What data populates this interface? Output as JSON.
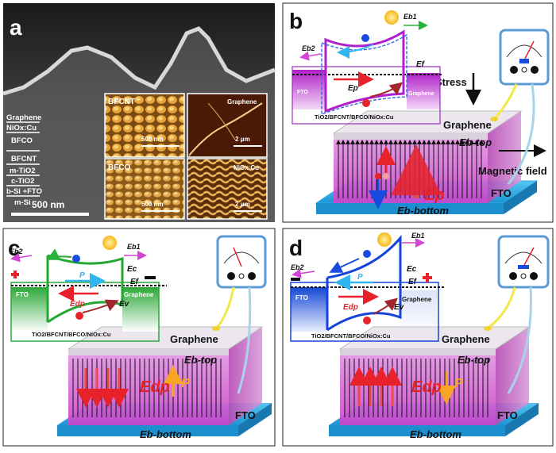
{
  "panels": {
    "a": {
      "letter": "a",
      "layers": [
        "Graphene",
        "NiOx:Cu",
        "BFCO",
        "BFCNT",
        "m-TiO2",
        "c-TiO2",
        "b-Si +FTO",
        "m-Si"
      ],
      "scale_bar": "500 nm",
      "insets": [
        {
          "title": "BFCNT",
          "scale": "500 nm"
        },
        {
          "title": "Graphene",
          "scale": "2 μm"
        },
        {
          "title": "BFCO",
          "scale": "500 nm"
        },
        {
          "title": "NiOx:Cu",
          "scale": "2 μm"
        }
      ]
    },
    "b": {
      "letter": "b",
      "eb1": "Eb1",
      "eb2": "Eb2",
      "ef": "Ef",
      "ep": "Ep",
      "fto": "FTO",
      "graphene_small": "Graphene",
      "stack": "TiO2/BFCNT/BFCO/NiOx:Cu",
      "stress": "Stress",
      "graphene": "Graphene",
      "eb_top": "Eb-top",
      "magnetic": "Magnetic field",
      "p_label": "Ep",
      "fto_bottom": "FTO",
      "eb_bottom": "Eb-bottom"
    },
    "c": {
      "letter": "c",
      "eb2": "Eb2",
      "eb1": "Eb1",
      "ec": "Ec",
      "ef": "Ef",
      "ev": "Ev",
      "p": "P",
      "edp": "Edp",
      "fto": "FTO",
      "graphene_small": "Graphene",
      "stack": "TiO2/BFCNT/BFCO/NiOx:Cu",
      "graphene": "Graphene",
      "eb_top": "Eb-top",
      "edp_big": "Edp",
      "p_big": "P",
      "fto_bottom": "FTO",
      "eb_bottom": "Eb-bottom"
    },
    "d": {
      "letter": "d",
      "eb2": "Eb2",
      "eb1": "Eb1",
      "ec": "Ec",
      "ef": "Ef",
      "ev": "Ev",
      "p": "P",
      "edp": "Edp",
      "fto": "FTO",
      "graphene_small": "Graphene",
      "stack": "TiO2/BFCNT/BFCO/NiOx:Cu",
      "graphene": "Graphene",
      "eb_top": "Eb-top",
      "edp_big": "Edp",
      "p_big": "P",
      "fto_bottom": "FTO",
      "eb_bottom": "Eb-bottom"
    }
  },
  "colors": {
    "magenta": "#d84ad8",
    "cyan": "#3aa7e6",
    "green": "#22a832",
    "blue": "#1544d8",
    "purple": "#a020c0",
    "red": "#e8222a",
    "orange": "#f5a623"
  }
}
